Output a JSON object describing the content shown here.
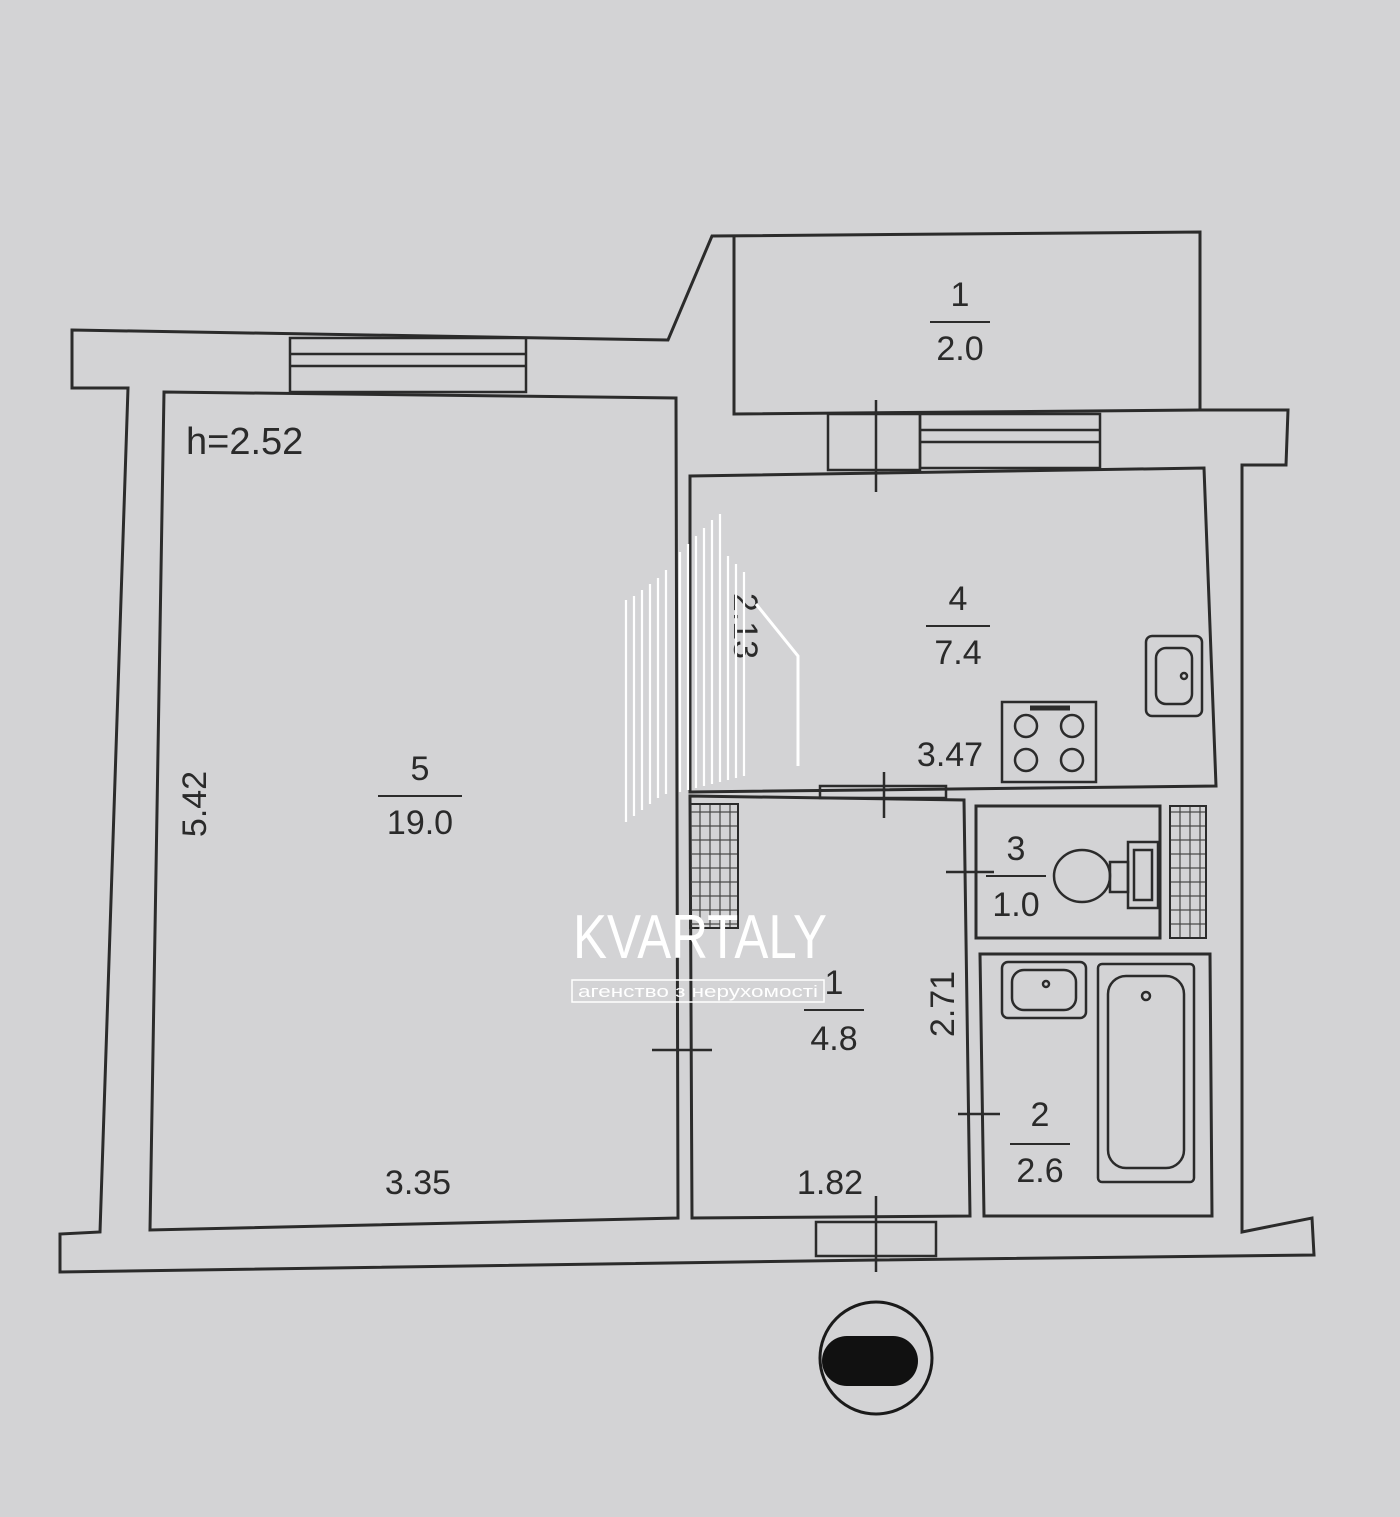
{
  "plan": {
    "ceiling_height": "h=2.52",
    "rooms": [
      {
        "id": "room-1",
        "number": "1",
        "area": "2.0"
      },
      {
        "id": "room-5",
        "number": "5",
        "area": "19.0"
      },
      {
        "id": "room-4",
        "number": "4",
        "area": "7.4"
      },
      {
        "id": "room-3",
        "number": "3",
        "area": "1.0"
      },
      {
        "id": "room-1b",
        "number": "1",
        "area": "4.8"
      },
      {
        "id": "room-2",
        "number": "2",
        "area": "2.6"
      }
    ],
    "dimensions": {
      "room5_height": "5.42",
      "room5_width": "3.35",
      "kitchen_width": "3.47",
      "kitchen_height": "2.13",
      "hall_height": "2.71",
      "hall_width": "1.82"
    }
  },
  "watermark": {
    "brand": "KVARTALY",
    "tagline": "агенство з нерухомості"
  },
  "colors": {
    "background": "#d3d3d5",
    "line": "#2b2b2b",
    "watermark": "#ffffff"
  }
}
